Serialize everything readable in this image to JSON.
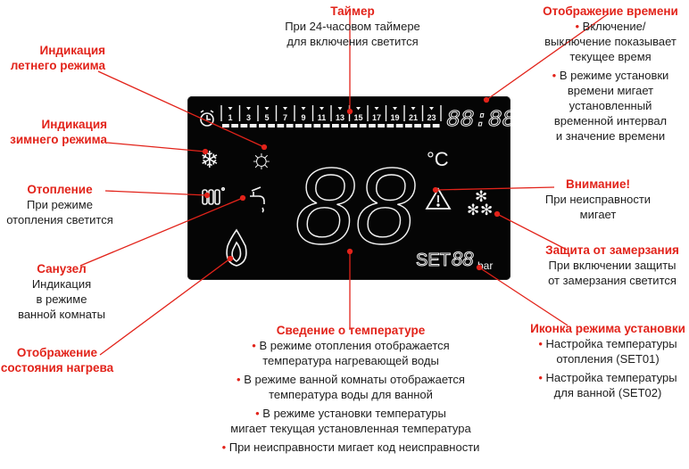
{
  "labels": {
    "timer": {
      "title": "Таймер",
      "lines": [
        "При 24-часовом таймере",
        "для включения светится"
      ]
    },
    "time": {
      "title": "Отображение времени",
      "bullets": [
        [
          "Включение/",
          "выключение показывает",
          "текущее время"
        ],
        [
          "В режиме установки",
          "времени мигает",
          "установленный",
          "временной интервал",
          "и значение времени"
        ]
      ]
    },
    "summer": {
      "title_lines": [
        "Индикация",
        "летнего режима"
      ]
    },
    "winter": {
      "title_lines": [
        "Индикация",
        "зимнего режима"
      ]
    },
    "heating": {
      "title": "Отопление",
      "lines": [
        "При режиме",
        "отопления светится"
      ]
    },
    "bath": {
      "title": "Санузел",
      "lines": [
        "Индикация",
        "в режиме",
        "ванной комнаты"
      ]
    },
    "heat_state": {
      "title_lines": [
        "Отображение",
        "состояния нагрева"
      ]
    },
    "warning": {
      "title": "Внимание!",
      "lines": [
        "При неисправности",
        "мигает"
      ]
    },
    "frost": {
      "title": "Защита от замерзания",
      "lines": [
        "При включении защиты",
        "от замерзания светится"
      ]
    },
    "setmode": {
      "title": "Иконка режима установки",
      "bullets": [
        [
          "Настройка температуры",
          "отопления (SET01)"
        ],
        [
          "Настройка температуры",
          "для ванной (SET02)"
        ]
      ]
    },
    "temp": {
      "title": "Сведение о температуре",
      "bullets": [
        [
          "В режиме отопления отображается",
          "температура нагревающей воды"
        ],
        [
          "В режиме ванной комнаты отображается",
          "температура воды для ванной"
        ],
        [
          "В режиме установки температуры",
          "мигает текущая установленная температура"
        ],
        [
          "При неисправности мигает код неисправности"
        ]
      ]
    }
  },
  "lcd": {
    "hours": [
      "1",
      "3",
      "5",
      "7",
      "9",
      "11",
      "13",
      "15",
      "17",
      "19",
      "21",
      "23"
    ],
    "clock_digits": "88:88",
    "big_digits": "88",
    "unit": "°C",
    "set_label": "SET",
    "set_digits": "88",
    "bar_label": "bar",
    "snowflake": "❄",
    "sun": "☼",
    "frost_glyph": "✻"
  },
  "colors": {
    "accent": "#e2231a",
    "lcd_bg": "#050505",
    "lcd_fg": "#f4f4f4"
  }
}
